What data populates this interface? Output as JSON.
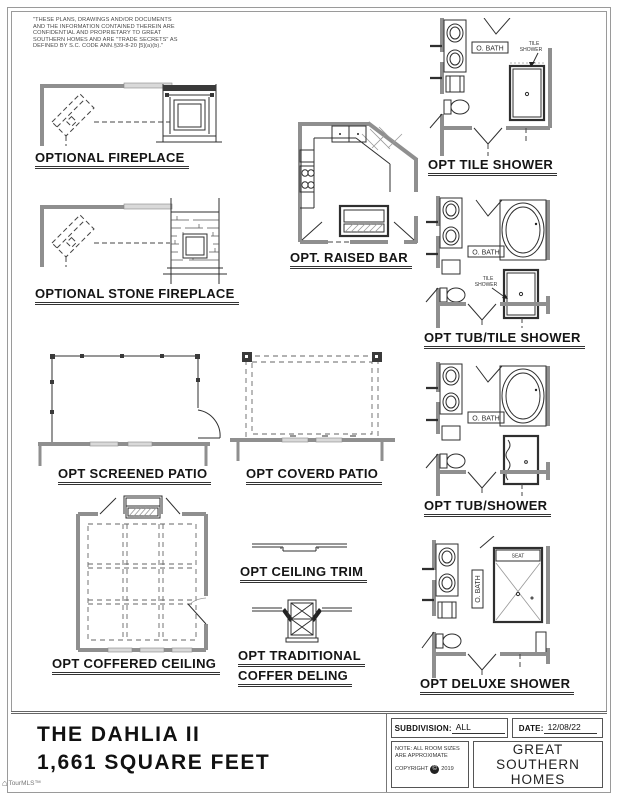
{
  "page": {
    "disclaimer_lines": [
      "\"THESE PLANS, DRAWINGS AND/OR DOCUMENTS",
      "AND THE INFORMATION CONTAINED THEREIN ARE",
      "CONFIDENTIAL AND PROPRIETARY TO  GREAT",
      "SOUTHERN HOMES AND ARE \"TRADE SECRETS\" AS",
      "DEFINED BY S.C. CODE ANN.§39-8-20 [5](a)(b).\""
    ],
    "watermark": "TourMLS™",
    "watermark_icon": "house-icon"
  },
  "colors": {
    "line": "#2f2f2f",
    "wall_gray": "#8f8f8f",
    "window_gray": "#d9d9d9"
  },
  "options": {
    "fireplace": "OPTIONAL  FIREPLACE",
    "stone_fireplace": "OPTIONAL STONE FIREPLACE",
    "raised_bar": "OPT. RAISED BAR",
    "tile_shower": "OPT TILE SHOWER",
    "tub_tile_shower": "OPT TUB/TILE SHOWER",
    "screened_patio": "OPT SCREENED PATIO",
    "coverd_patio": "OPT COVERD PATIO",
    "tub_shower": "OPT TUB/SHOWER",
    "ceiling_trim": "OPT CEILING TRIM",
    "coffered_ceiling": "OPT COFFERED CEILING",
    "traditional_coffer_line1": "OPT TRADITIONAL",
    "traditional_coffer_line2": "COFFER DELING",
    "deluxe_shower": "OPT DELUXE SHOWER"
  },
  "drawing_labels": {
    "o_bath": "O. BATH",
    "tile_note_line1": "TILE",
    "tile_note_line2": "SHOWER",
    "seat": "SEAT"
  },
  "title_block": {
    "plan_name": "THE DAHLIA II",
    "square_feet": "1,661 SQUARE FEET",
    "subdivision_label": "SUBDIVISION:",
    "subdivision_value": "ALL",
    "date_label": "DATE:",
    "date_value": "12/08/22",
    "note_line1": "NOTE: ALL ROOM SIZES",
    "note_line2": "ARE APPROXIMATE",
    "copyright_pre": "COPYRIGHT",
    "copyright_symbol": "©",
    "copyright_year": "2019",
    "company_line1": "GREAT",
    "company_line2": "SOUTHERN",
    "company_line3": "HOMES"
  }
}
